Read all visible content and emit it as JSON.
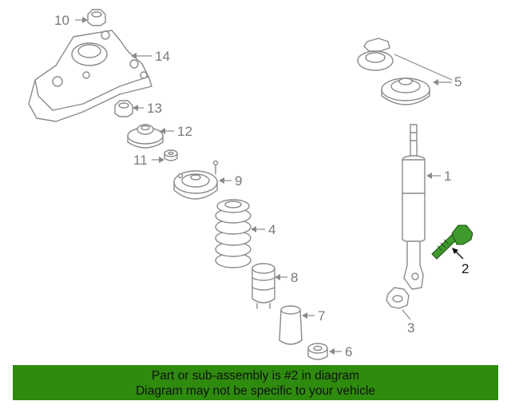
{
  "callouts": {
    "p1": "1",
    "p2": "2",
    "p3": "3",
    "p4": "4",
    "p5": "5",
    "p6": "6",
    "p7": "7",
    "p8": "8",
    "p9": "9",
    "p10": "10",
    "p11": "11",
    "p12": "12",
    "p13": "13",
    "p14": "14"
  },
  "highlight": {
    "part": "2",
    "color": "#3e9a2c"
  },
  "banner": {
    "line1": "Part or sub-assembly is #2 in diagram",
    "line2": "Diagram may not be specific to your vehicle",
    "color": "#2e8b0e"
  }
}
